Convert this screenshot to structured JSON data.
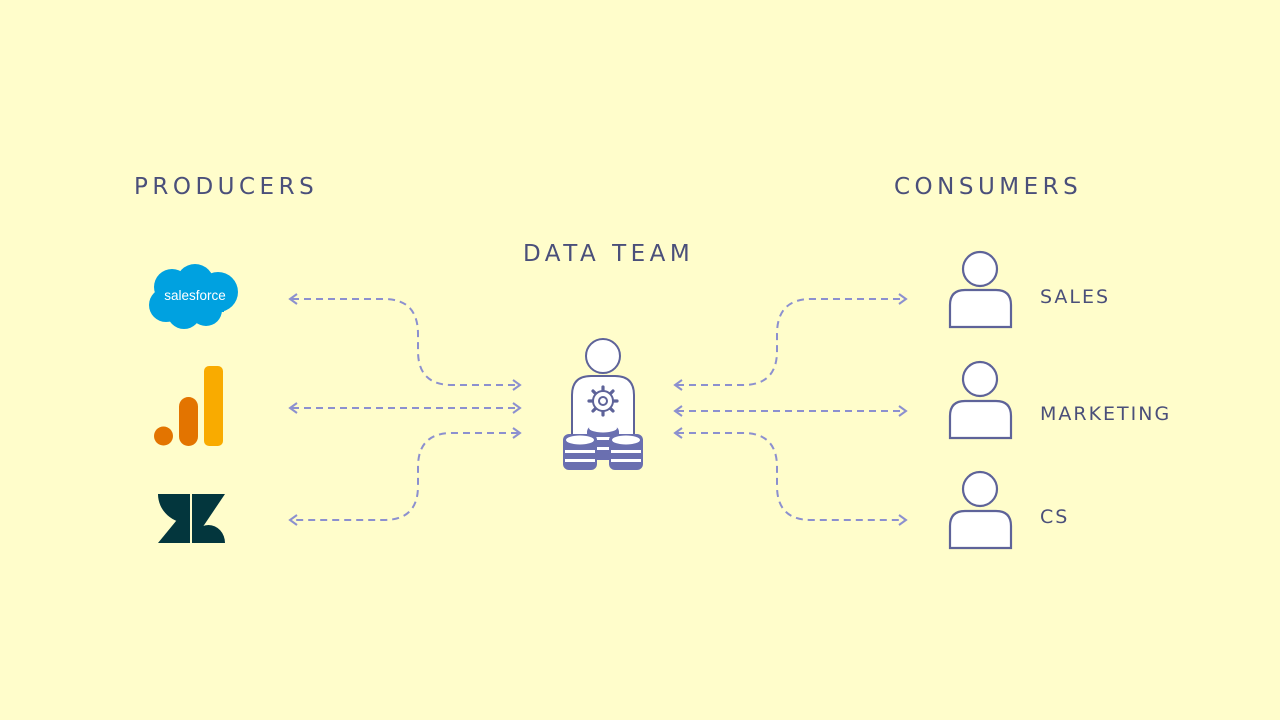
{
  "headings": {
    "producers": "PRODUCERS",
    "consumers": "CONSUMERS",
    "data_team": "DATA TEAM"
  },
  "producers": [
    {
      "icon": "salesforce-logo",
      "logo_text": "salesforce",
      "color": "#00A1E0"
    },
    {
      "icon": "google-analytics-logo",
      "colors": [
        "#F9AB00",
        "#E37400"
      ]
    },
    {
      "icon": "zendesk-logo",
      "color": "#03363D"
    }
  ],
  "consumers": [
    {
      "label": "SALES",
      "icon": "person-icon"
    },
    {
      "label": "MARKETING",
      "icon": "person-icon"
    },
    {
      "label": "CS",
      "icon": "person-icon"
    }
  ],
  "data_team": {
    "icon": "data-team-icon"
  },
  "colors": {
    "background": "#FFFDCB",
    "text": "#4A4F7A",
    "connector": "#8C90CF",
    "icon_stroke": "#5E6399"
  }
}
